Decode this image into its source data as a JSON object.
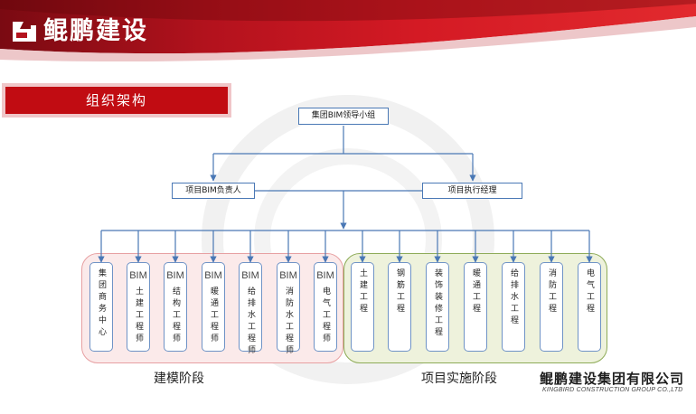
{
  "header": {
    "brand": "鲲鹏建设"
  },
  "section": {
    "title": "组织架构"
  },
  "org": {
    "top": "集团BIM领导小组",
    "left_mid": "项目BIM负责人",
    "right_mid": "项目执行经理"
  },
  "groups": {
    "modeling": {
      "stage_label": "建模阶段",
      "items": [
        {
          "head": "",
          "text": "集团商务中心"
        },
        {
          "head": "BIM",
          "text": "土建工程师"
        },
        {
          "head": "BIM",
          "text": "结构工程师"
        },
        {
          "head": "BIM",
          "text": "暖通工程师"
        },
        {
          "head": "BIM",
          "text": "给排水工程师"
        },
        {
          "head": "BIM",
          "text": "消防水工程师"
        },
        {
          "head": "BIM",
          "text": "电气工程师"
        }
      ]
    },
    "implementation": {
      "stage_label": "项目实施阶段",
      "items": [
        {
          "text": "土建工程"
        },
        {
          "text": "钢筋工程"
        },
        {
          "text": "装饰装修工程"
        },
        {
          "text": "暖通工程"
        },
        {
          "text": "给排水工程"
        },
        {
          "text": "消防工程"
        },
        {
          "text": "电气工程"
        }
      ]
    }
  },
  "footer": {
    "company": "鲲鹏建设集团有限公司",
    "company_en": "KINGBIRD CONSTRUCTION GROUP CO.,LTD"
  },
  "colors": {
    "brand_red": "#c10c12",
    "line_blue": "#4a78b5",
    "group_red_bg": "#fbeaea",
    "group_green_bg": "#eef2dc"
  }
}
